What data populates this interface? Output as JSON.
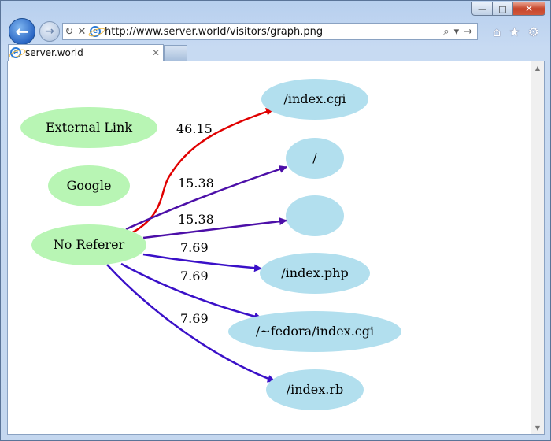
{
  "window": {
    "minimize": "—",
    "maximize": "□",
    "close": "✕"
  },
  "nav": {
    "back_icon": "back-arrow-icon",
    "forward_icon": "forward-arrow-icon",
    "refresh_icon": "↻",
    "stop_icon": "✕",
    "search_icon": "⌕",
    "dropdown_icon": "▾",
    "go_icon": "→"
  },
  "address": {
    "url": "http://www.server.world/visitors/graph.png"
  },
  "toolbar": {
    "home_icon": "⌂",
    "favorites_icon": "★",
    "tools_icon": "⚙"
  },
  "tabs": [
    {
      "title": "server.world",
      "close": "✕"
    }
  ],
  "graph": {
    "sources": [
      "External Link",
      "Google",
      "No Referer"
    ],
    "targets": [
      "/index.cgi",
      "/",
      "",
      "/index.php",
      "/~fedora/index.cgi",
      "/index.rb"
    ],
    "edges": [
      {
        "label": "46.15",
        "color": "#e00000"
      },
      {
        "label": "15.38",
        "color": "#4c0fa8"
      },
      {
        "label": "15.38",
        "color": "#4c0fa8"
      },
      {
        "label": "7.69",
        "color": "#3a10c8"
      },
      {
        "label": "7.69",
        "color": "#3a10c8"
      },
      {
        "label": "7.69",
        "color": "#3a10c8"
      }
    ],
    "colors": {
      "source_fill": "#b8f5b4",
      "target_fill": "#b2dfee"
    }
  }
}
